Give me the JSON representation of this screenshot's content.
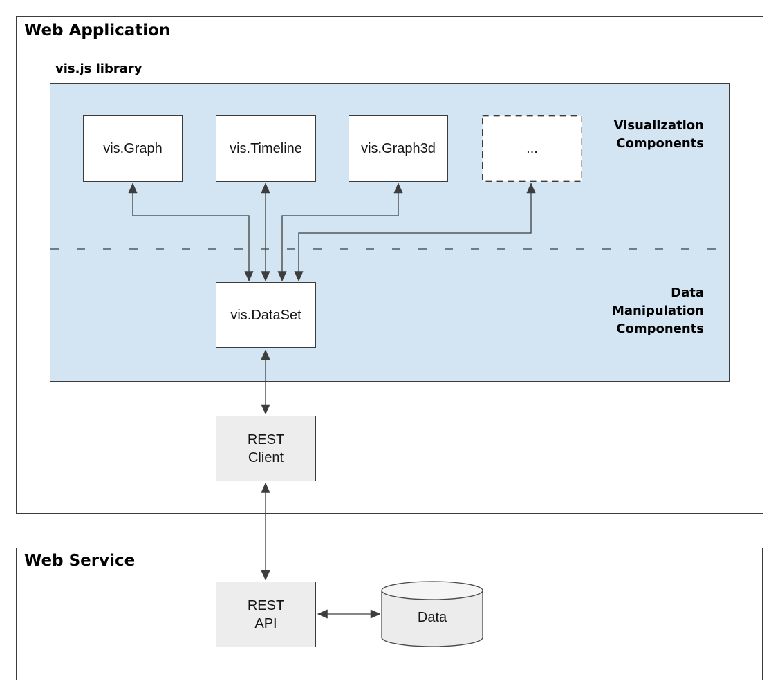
{
  "web_application": {
    "title": "Web Application"
  },
  "visjs_library": {
    "title": "vis.js library"
  },
  "component_boxes": [
    {
      "label": "vis.Graph"
    },
    {
      "label": "vis.Timeline"
    },
    {
      "label": "vis.Graph3d"
    },
    {
      "label": "..."
    }
  ],
  "section_labels": {
    "visualization": "Visualization\nComponents",
    "data_manipulation": "Data\nManipulation\nComponents"
  },
  "dataset_box": {
    "label": "vis.DataSet"
  },
  "rest_client_box": {
    "label": "REST\nClient"
  },
  "web_service": {
    "title": "Web Service"
  },
  "rest_api_box": {
    "label": "REST\nAPI"
  },
  "data_store": {
    "label": "Data"
  },
  "colors": {
    "library_panel_blue": "#d3e5f3",
    "service_box_gray": "#ededed",
    "connector_line": "#3d3d3d",
    "border_dark": "#3c3c3c"
  }
}
